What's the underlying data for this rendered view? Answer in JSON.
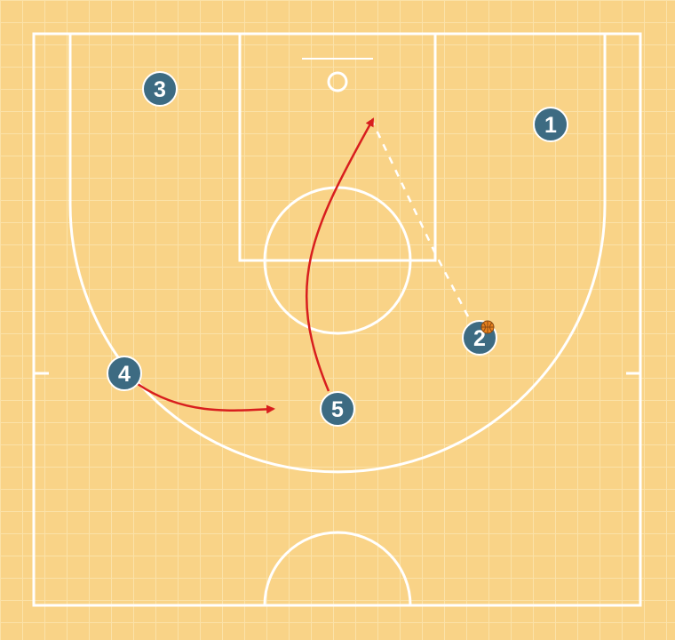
{
  "colors": {
    "court_fill": "#f9d387",
    "grid_line": "#fbe2a8",
    "court_lines": "#ffffff",
    "player_fill": "#3d6b82",
    "player_border": "#ffffff",
    "cut_arrow": "#d81e1e",
    "pass_line": "#ffffff",
    "ball": "#e8821e"
  },
  "players": [
    {
      "id": "p1",
      "label": "1"
    },
    {
      "id": "p2",
      "label": "2",
      "has_ball": true
    },
    {
      "id": "p3",
      "label": "3"
    },
    {
      "id": "p4",
      "label": "4"
    },
    {
      "id": "p5",
      "label": "5"
    }
  ],
  "actions": [
    {
      "type": "cut",
      "player": "5",
      "to": "basket"
    },
    {
      "type": "move",
      "player": "4",
      "to": "elbow-extended"
    },
    {
      "type": "pass",
      "from": "2",
      "to": "5",
      "style": "dashed"
    }
  ]
}
